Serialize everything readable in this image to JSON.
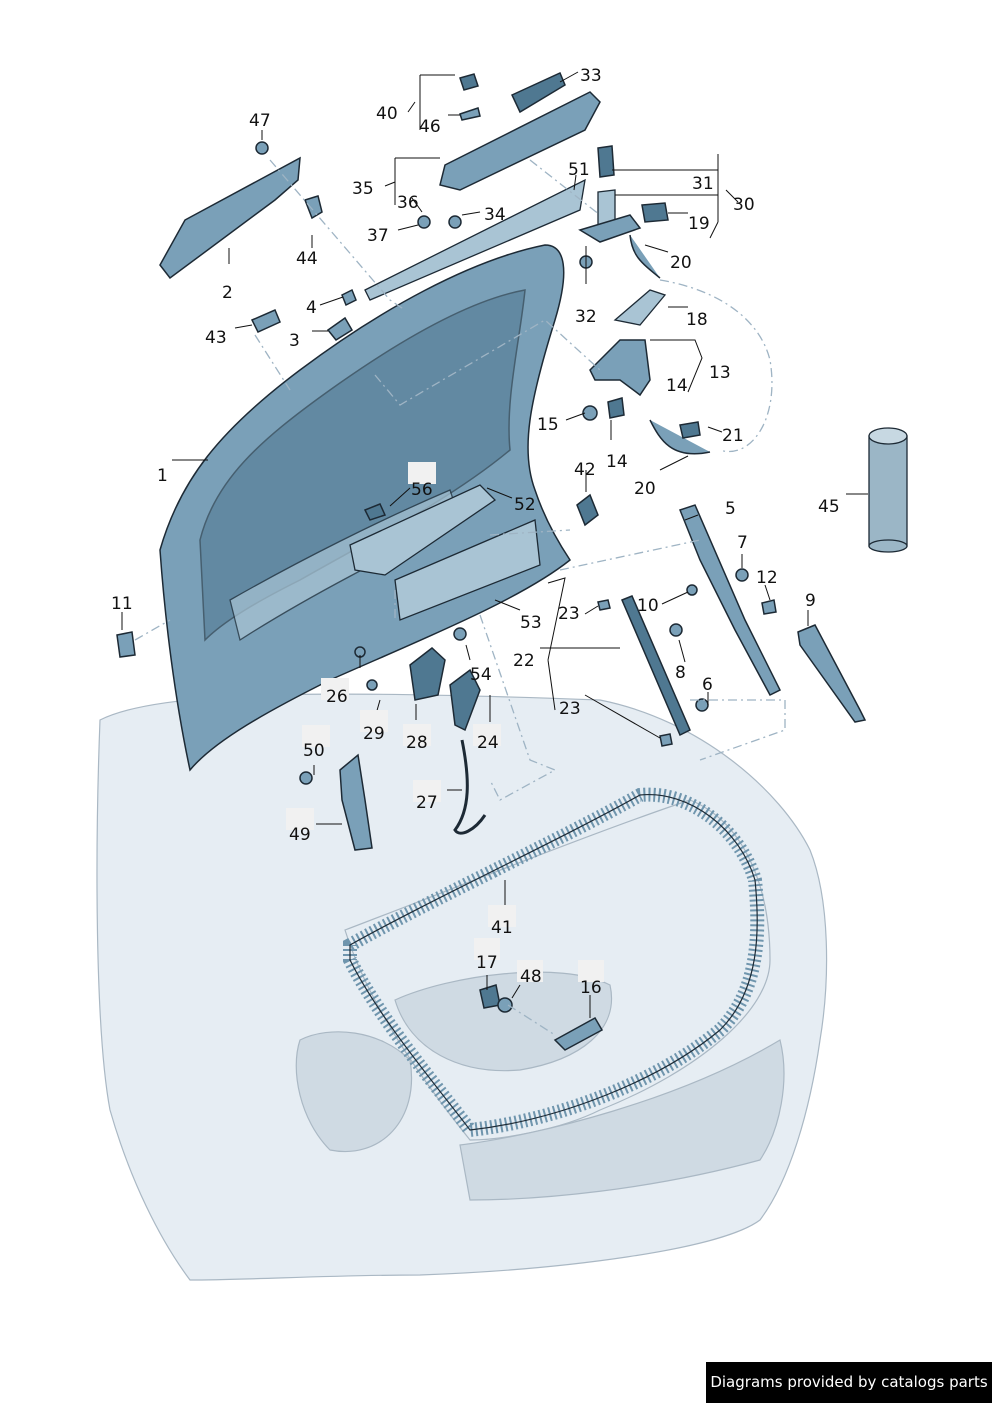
{
  "diagram": {
    "callouts": [
      "1",
      "2",
      "3",
      "4",
      "5",
      "6",
      "7",
      "8",
      "9",
      "10",
      "11",
      "12",
      "13",
      "14",
      "14",
      "15",
      "16",
      "17",
      "18",
      "19",
      "20",
      "20",
      "21",
      "22",
      "23",
      "23",
      "24",
      "26",
      "27",
      "28",
      "29",
      "30",
      "31",
      "32",
      "33",
      "34",
      "35",
      "36",
      "37",
      "40",
      "41",
      "42",
      "43",
      "44",
      "45",
      "46",
      "47",
      "48",
      "49",
      "50",
      "51",
      "52",
      "53",
      "54",
      "56"
    ]
  },
  "credit": "Diagrams provided by catalogs parts"
}
